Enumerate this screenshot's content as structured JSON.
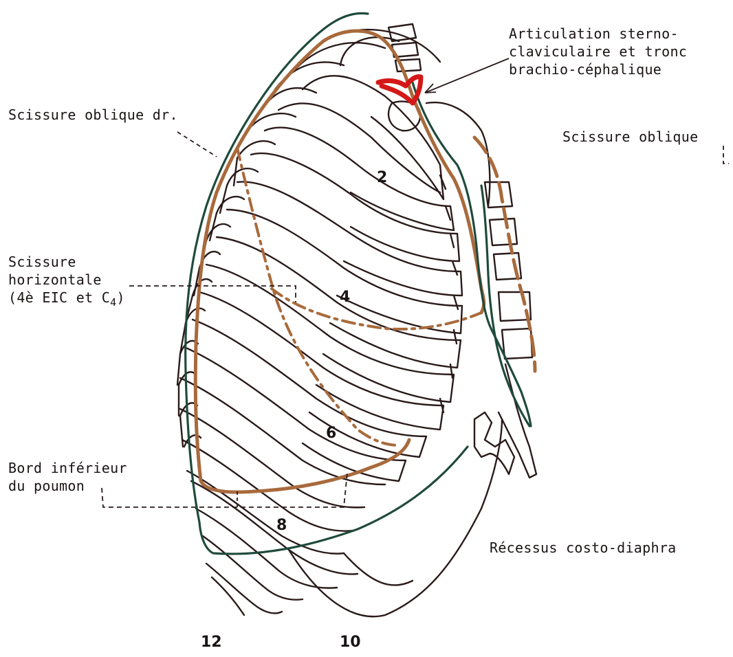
{
  "labels": {
    "sternoclav_line1": "Articulation sterno-",
    "sternoclav_line2": "claviculaire et tronc",
    "sternoclav_line3": "brachio-céphalique",
    "oblique_right": "Scissure oblique dr.",
    "oblique": "Scissure oblique",
    "horizontal_line1": "Scissure",
    "horizontal_line2": "horizontale",
    "horizontal_line3_prefix": "(4è EIC et C",
    "horizontal_line3_sub": "4",
    "horizontal_line3_suffix": ")",
    "lower_border_line1": "Bord inférieur",
    "lower_border_line2": "du poumon",
    "recess": "Récessus costo-diaphra"
  },
  "rib_numbers": {
    "r2": "2",
    "r4": "4",
    "r6": "6",
    "r8": "8",
    "r10": "10",
    "r12": "12"
  },
  "colors": {
    "bone_outline": "#2a1a1a",
    "lung_border": "#a86a3c",
    "pleura": "#1f4a3c",
    "vessel": "#d41818",
    "background": "#ffffff"
  }
}
